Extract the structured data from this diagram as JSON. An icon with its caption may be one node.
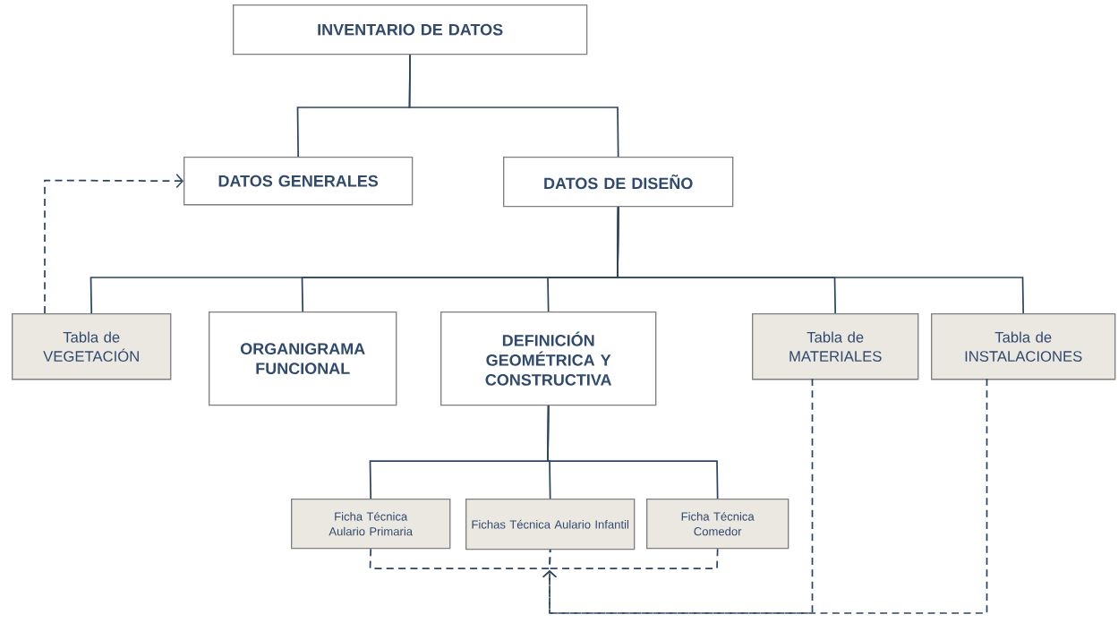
{
  "diagram": {
    "nodes": [
      {
        "text": [
          "INVENTARIO DE DATOS"
        ]
      },
      {
        "text": [
          "DATOS GENERALES"
        ]
      },
      {
        "text": [
          "DATOS DE DISEÑO"
        ]
      },
      {
        "text": [
          "Tabla de VEGETACIÓN"
        ]
      },
      {
        "text": [
          "ORGANIGRAMA FUNCIONAL"
        ]
      },
      {
        "text": [
          "DEFINICIÓN GEOMÉTRICA Y CONSTRUCTIVA"
        ]
      },
      {
        "text": [
          "Tabla de MATERIALES"
        ]
      },
      {
        "text": [
          "Tabla de INSTALACIONES"
        ]
      },
      {
        "text": [
          "Ficha Técnica Aulario Primaria"
        ]
      },
      {
        "text": [
          "Fichas Técnica Aulario Infantil"
        ]
      },
      {
        "text": [
          "Ficha Técnica Comedor"
        ]
      }
    ],
    "edges": [
      {
        "from": 0,
        "to": 1,
        "arrow": "none"
      },
      {
        "from": 0,
        "to": 2,
        "arrow": "none"
      },
      {
        "from": 2,
        "to": 3,
        "arrow": "none"
      },
      {
        "from": 2,
        "to": 4,
        "arrow": "none"
      },
      {
        "from": 2,
        "to": 5,
        "arrow": "none"
      },
      {
        "from": 2,
        "to": 6,
        "arrow": "none"
      },
      {
        "from": 2,
        "to": 7,
        "arrow": "none"
      },
      {
        "from": 5,
        "to": 8,
        "arrow": "none"
      },
      {
        "from": 5,
        "to": 9,
        "arrow": "none"
      },
      {
        "from": 5,
        "to": 10,
        "arrow": "none"
      },
      {
        "from": 3,
        "to": 1,
        "arrow": "to",
        "style": "dashed"
      },
      {
        "from": 8,
        "to": 9,
        "arrow": "none",
        "style": "dashed"
      },
      {
        "from": 10,
        "to": 9,
        "arrow": "none",
        "style": "dashed"
      },
      {
        "from": 6,
        "to": 9,
        "arrow": "to",
        "style": "dashed"
      },
      {
        "from": 7,
        "to": 9,
        "arrow": "to",
        "style": "dashed"
      }
    ]
  }
}
